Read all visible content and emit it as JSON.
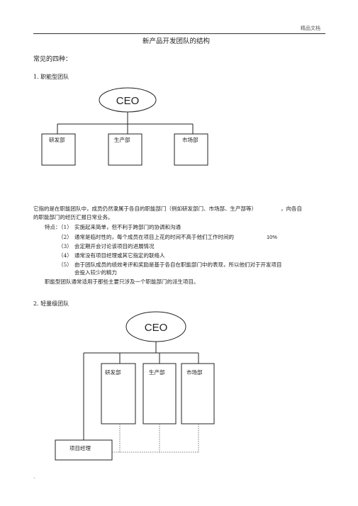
{
  "header": {
    "label": "精品文档"
  },
  "title": "新产品开发团队的结构",
  "intro": "常见的四种：",
  "section1": {
    "heading": "1.  职能型团队",
    "chart": {
      "ceo": "CEO",
      "departments": [
        "研发部",
        "生产部",
        "市场部"
      ]
    },
    "paragraph_line1": "它指的是在职能团队中，成员仍然隶属于各自的职能部门（例如研发部门、市场部、生产部等）",
    "paragraph_line1_tail": "，向各自",
    "paragraph_line2": "的职能部门的经历汇报日常业务。",
    "features_label": "特点：",
    "features": [
      {
        "num": "（1）",
        "text": "实施起来简单，但不利于跨部门的协调和沟通"
      },
      {
        "num": "（2）",
        "text": "通常是临时性的，每个成员在项目上花的时间不高于他们工作时间的",
        "tail": "10%"
      },
      {
        "num": "（3）",
        "text": "会定期开会讨论该项目的进展情况"
      },
      {
        "num": "（4）",
        "text": "通常没有项目经理或其它指定的联络人"
      },
      {
        "num": "（5）",
        "text": "由于团队成员的绩效考评和奖励是基于各自在职能部门中的表现，所以他们对于开发项目"
      }
    ],
    "feature5_cont": "会投入较少的精力",
    "summary": "职能型团队通常适用于那些主要只涉及一个职能部门的派生项目。"
  },
  "section2": {
    "heading": "2.  轻量级团队",
    "chart": {
      "ceo": "CEO",
      "departments": [
        "研发部",
        "生产部",
        "市场部"
      ],
      "manager": "项目经理"
    }
  },
  "footer_mark": "."
}
